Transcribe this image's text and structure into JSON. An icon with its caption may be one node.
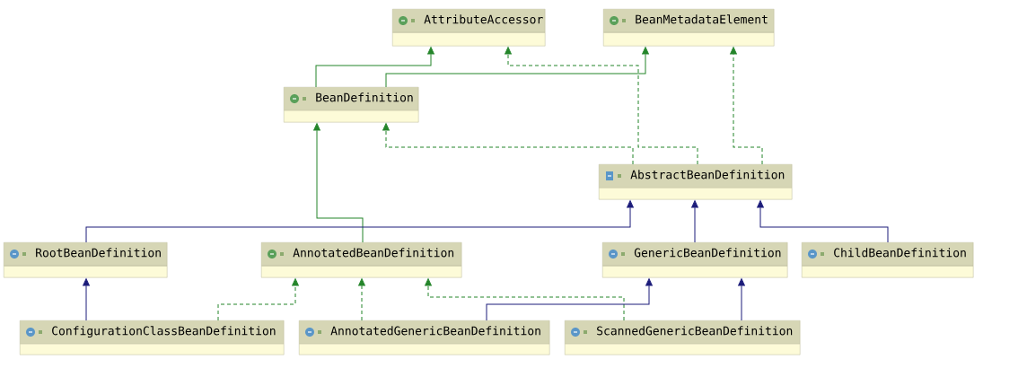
{
  "diagram": {
    "nodes": [
      {
        "text": [
          "AttributeAccessor"
        ]
      },
      {
        "text": [
          "BeanMetadataElement"
        ]
      },
      {
        "text": [
          "BeanDefinition"
        ]
      },
      {
        "text": [
          "AbstractBeanDefinition"
        ]
      },
      {
        "text": [
          "RootBeanDefinition"
        ]
      },
      {
        "text": [
          "AnnotatedBeanDefinition"
        ]
      },
      {
        "text": [
          "GenericBeanDefinition"
        ]
      },
      {
        "text": [
          "ChildBeanDefinition"
        ]
      },
      {
        "text": [
          "ConfigurationClassBeanDefinition"
        ]
      },
      {
        "text": [
          "AnnotatedGenericBeanDefinition"
        ]
      },
      {
        "text": [
          "ScannedGenericBeanDefinition"
        ]
      }
    ],
    "edges": [
      {
        "from": 2,
        "to": 0,
        "arrow": "to"
      },
      {
        "from": 2,
        "to": 1,
        "arrow": "to"
      },
      {
        "from": 3,
        "to": 0,
        "arrow": "to",
        "style": "dashed"
      },
      {
        "from": 3,
        "to": 2,
        "arrow": "to",
        "style": "dashed"
      },
      {
        "from": 3,
        "to": 1,
        "arrow": "to",
        "style": "dashed"
      },
      {
        "from": 5,
        "to": 2,
        "arrow": "to"
      },
      {
        "from": 4,
        "to": 3,
        "arrow": "to",
        "color": "#1c1c7a"
      },
      {
        "from": 6,
        "to": 3,
        "arrow": "to",
        "color": "#1c1c7a"
      },
      {
        "from": 7,
        "to": 3,
        "arrow": "to",
        "color": "#1c1c7a"
      },
      {
        "from": 8,
        "to": 4,
        "arrow": "to",
        "color": "#1c1c7a"
      },
      {
        "from": 8,
        "to": 5,
        "arrow": "to",
        "style": "dashed"
      },
      {
        "from": 9,
        "to": 5,
        "arrow": "to",
        "style": "dashed"
      },
      {
        "from": 10,
        "to": 5,
        "arrow": "to",
        "style": "dashed"
      },
      {
        "from": 9,
        "to": 6,
        "arrow": "to",
        "color": "#1c1c7a"
      },
      {
        "from": 10,
        "to": 6,
        "arrow": "to",
        "color": "#1c1c7a"
      }
    ]
  }
}
